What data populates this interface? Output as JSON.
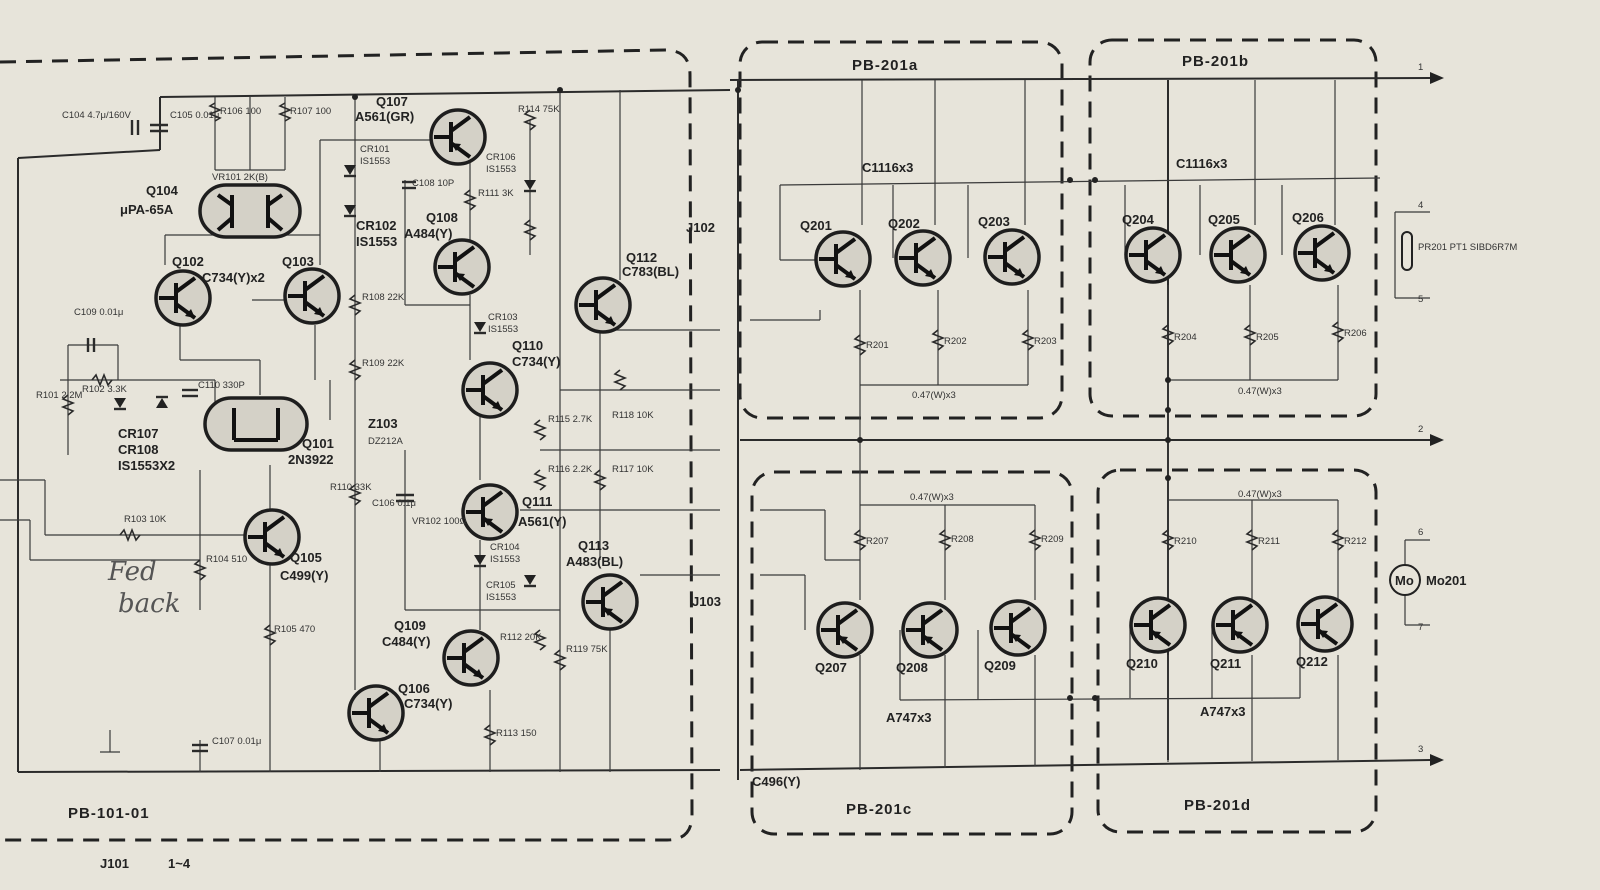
{
  "boards": {
    "pb101": "PB-101-01",
    "pb201a": "PB-201a",
    "pb201b": "PB-201b",
    "pb201c": "PB-201c",
    "pb201d": "PB-201d"
  },
  "connectors": {
    "j101": "J101",
    "j101_pins": "1~4",
    "j102": "J102",
    "j103": "J103"
  },
  "terminals": [
    "1",
    "2",
    "3",
    "4",
    "5",
    "6",
    "7"
  ],
  "driver": {
    "q104": {
      "name": "Q104",
      "type": "μPA-65A"
    },
    "q102": {
      "name": "Q102",
      "type": "C734(Y)x2"
    },
    "q103": {
      "name": "Q103"
    },
    "q101": {
      "name": "Q101",
      "type": "2N3922"
    },
    "q105": {
      "name": "Q105",
      "type": "C499(Y)"
    },
    "q106": {
      "name": "Q106",
      "type": "C734(Y)"
    },
    "q107": {
      "name": "Q107",
      "type": "A561(GR)"
    },
    "q108": {
      "name": "Q108",
      "type": "A484(Y)"
    },
    "q109": {
      "name": "Q109",
      "type": "C484(Y)"
    },
    "q110": {
      "name": "Q110",
      "type": "C734(Y)"
    },
    "q111": {
      "name": "Q111",
      "type": "A561(Y)"
    },
    "q112": {
      "name": "Q112",
      "type": "C783(BL)"
    },
    "q113": {
      "name": "Q113",
      "type": "A483(BL)"
    },
    "q_bottom": {
      "type": "C496(Y)"
    }
  },
  "diodes": {
    "cr101": {
      "name": "CR101",
      "type": "IS1553"
    },
    "cr102": {
      "name": "CR102",
      "type": "IS1553"
    },
    "cr103": {
      "name": "CR103",
      "type": "IS1553"
    },
    "cr104": {
      "name": "CR104",
      "type": "IS1553"
    },
    "cr105": {
      "name": "CR105",
      "type": "IS1553"
    },
    "cr106": {
      "name": "CR106",
      "type": "IS1553"
    },
    "cr107": {
      "name": "CR107"
    },
    "cr108": {
      "name": "CR108",
      "type": "IS1553X2"
    },
    "z103": {
      "name": "Z103",
      "type": "DZ212A"
    }
  },
  "passives": {
    "c104": "C104 4.7μ/160V",
    "c105": "C105 0.01μ",
    "r106": "R106 100",
    "r107": "R107 100",
    "vr101": "VR101 2K(B)",
    "c109": "C109 0.01μ",
    "r101": "R101 2.2M",
    "r102": "R102 3.3K",
    "c110": "C110 330P",
    "r103": "R103 10K",
    "r104": "R104 510",
    "r105": "R105 470",
    "c107": "C107 0.01μ",
    "r108": "R108 22K",
    "r109": "R109 22K",
    "r110": "R110 33K",
    "c106": "C106 0.1μ",
    "vr102": "VR102 100Ω",
    "r111": "R111 3K",
    "r112": "R112 20K",
    "r113": "R113 150",
    "r114": "R114 75K",
    "r115": "R115 2.7K",
    "r116": "R116 2.2K",
    "r117": "R117 10K",
    "r118": "R118 10K",
    "r119": "R119 75K",
    "c108": "C108 10P"
  },
  "output": {
    "cap_top_left": "C1116x3",
    "cap_top_right": "C1116x3",
    "top_left": [
      "Q201",
      "Q202",
      "Q203"
    ],
    "top_right": [
      "Q204",
      "Q205",
      "Q206"
    ],
    "bottom_left": [
      "Q207",
      "Q208",
      "Q209"
    ],
    "bottom_right": [
      "Q210",
      "Q211",
      "Q212"
    ],
    "res_top_left": [
      "R201",
      "R202",
      "R203"
    ],
    "res_top_right": [
      "R204",
      "R205",
      "R206"
    ],
    "res_bottom_left": [
      "R207",
      "R208",
      "R209"
    ],
    "res_bottom_right": [
      "R210",
      "R211",
      "R212"
    ],
    "emitter_top_left": "0.47(W)x3",
    "emitter_top_right": "0.47(W)x3",
    "emitter_bottom_left": "0.47(W)x3",
    "emitter_bottom_right": "0.47(W)x3",
    "type_bottom_left": "A747x3",
    "type_bottom_right": "A747x3",
    "thermistor": "PR201 PT1 SIBD6R7M",
    "meter_symbol": "Mo",
    "meter_name": "Mo201"
  },
  "handwritten": [
    "Fed",
    "back"
  ]
}
